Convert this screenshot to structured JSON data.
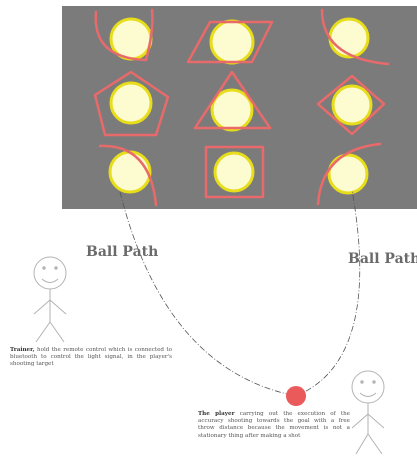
{
  "labels": {
    "ball_path_left": "Ball Path",
    "ball_path_right": "Ball Path"
  },
  "trainer": {
    "title": "Trainer,",
    "text": "hold the remote control which is connected to bluetooth to control the light signal, in the player's shooting target"
  },
  "player": {
    "title": "The player",
    "text": "carrying out the execution of the accuracy shooting towards the goal with a free throw distance because the movement is not a stationary thing after making a shot"
  },
  "colors": {
    "board": "#7b7b7b",
    "target_fill": "#fdfbd0",
    "target_ring": "#e8dd1a",
    "shape_line": "#e96a6a",
    "ball": "#ea5a5a",
    "path_line": "#555555",
    "figure_line": "#b3b3b3"
  },
  "targets": [
    {
      "shape": "left-curve-bracket"
    },
    {
      "shape": "parallelogram"
    },
    {
      "shape": "right-curve-bracket"
    },
    {
      "shape": "pentagon"
    },
    {
      "shape": "triangle"
    },
    {
      "shape": "diamond"
    },
    {
      "shape": "left-curve-bracket"
    },
    {
      "shape": "square"
    },
    {
      "shape": "right-curve-bracket"
    }
  ]
}
